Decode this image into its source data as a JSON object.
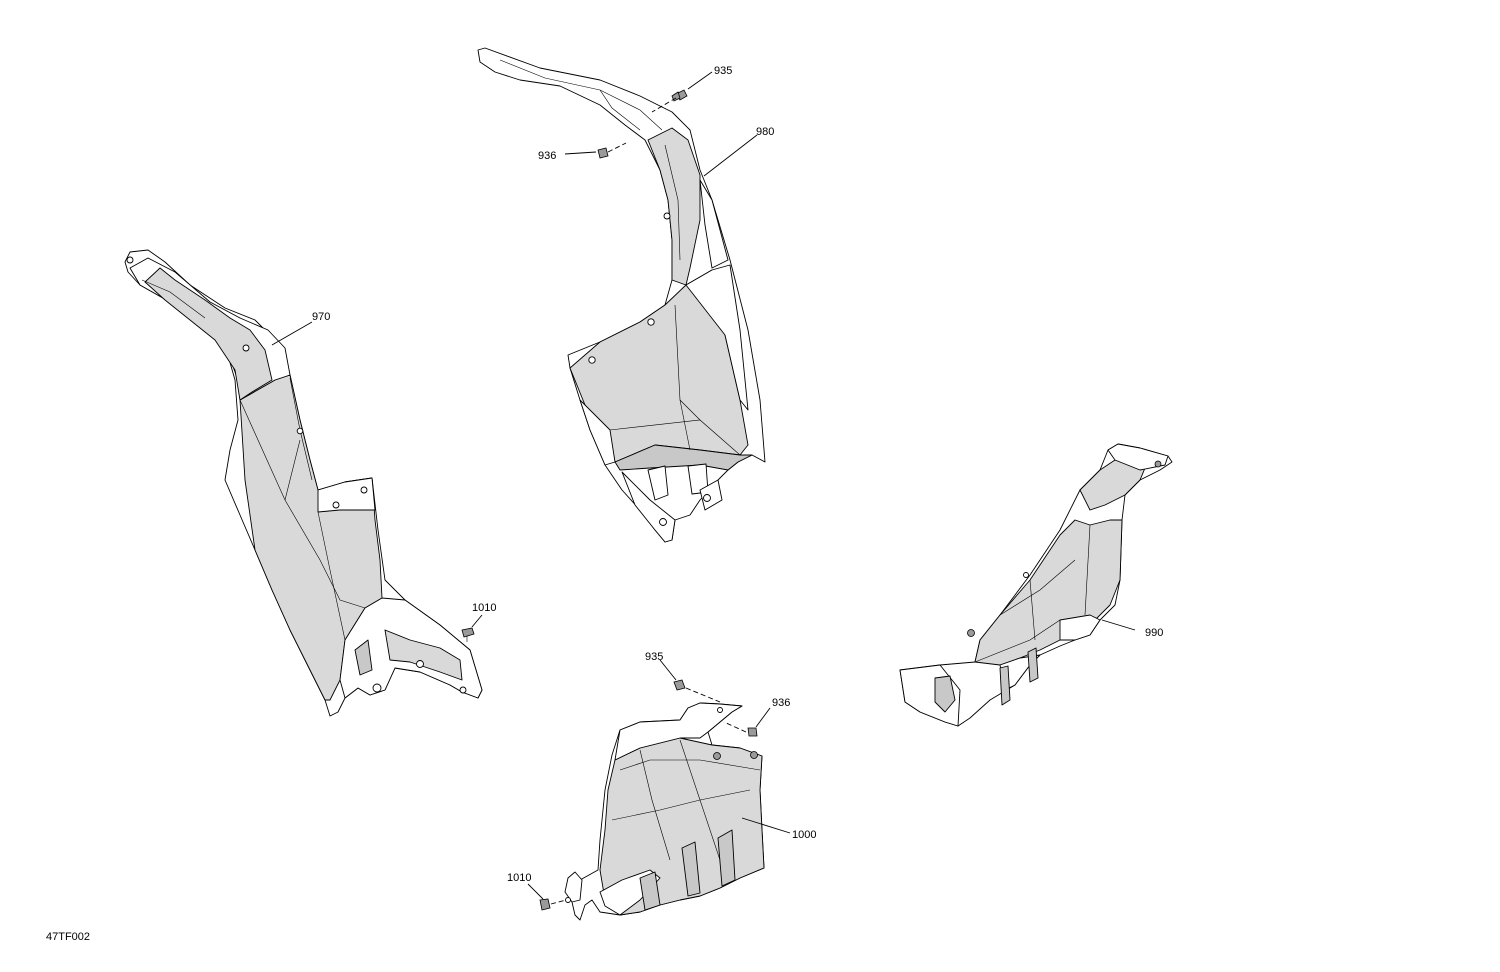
{
  "figure_id": "47TF002",
  "callouts": {
    "c935_top": "935",
    "c936_top": "936",
    "c980": "980",
    "c970": "970",
    "c1010_left": "1010",
    "c990": "990",
    "c935_bottom": "935",
    "c936_bottom": "936",
    "c1000": "1000",
    "c1010_bottom": "1010"
  },
  "colors": {
    "line": "#000000",
    "panel_shade": "#d9d9d9",
    "background": "#ffffff"
  }
}
